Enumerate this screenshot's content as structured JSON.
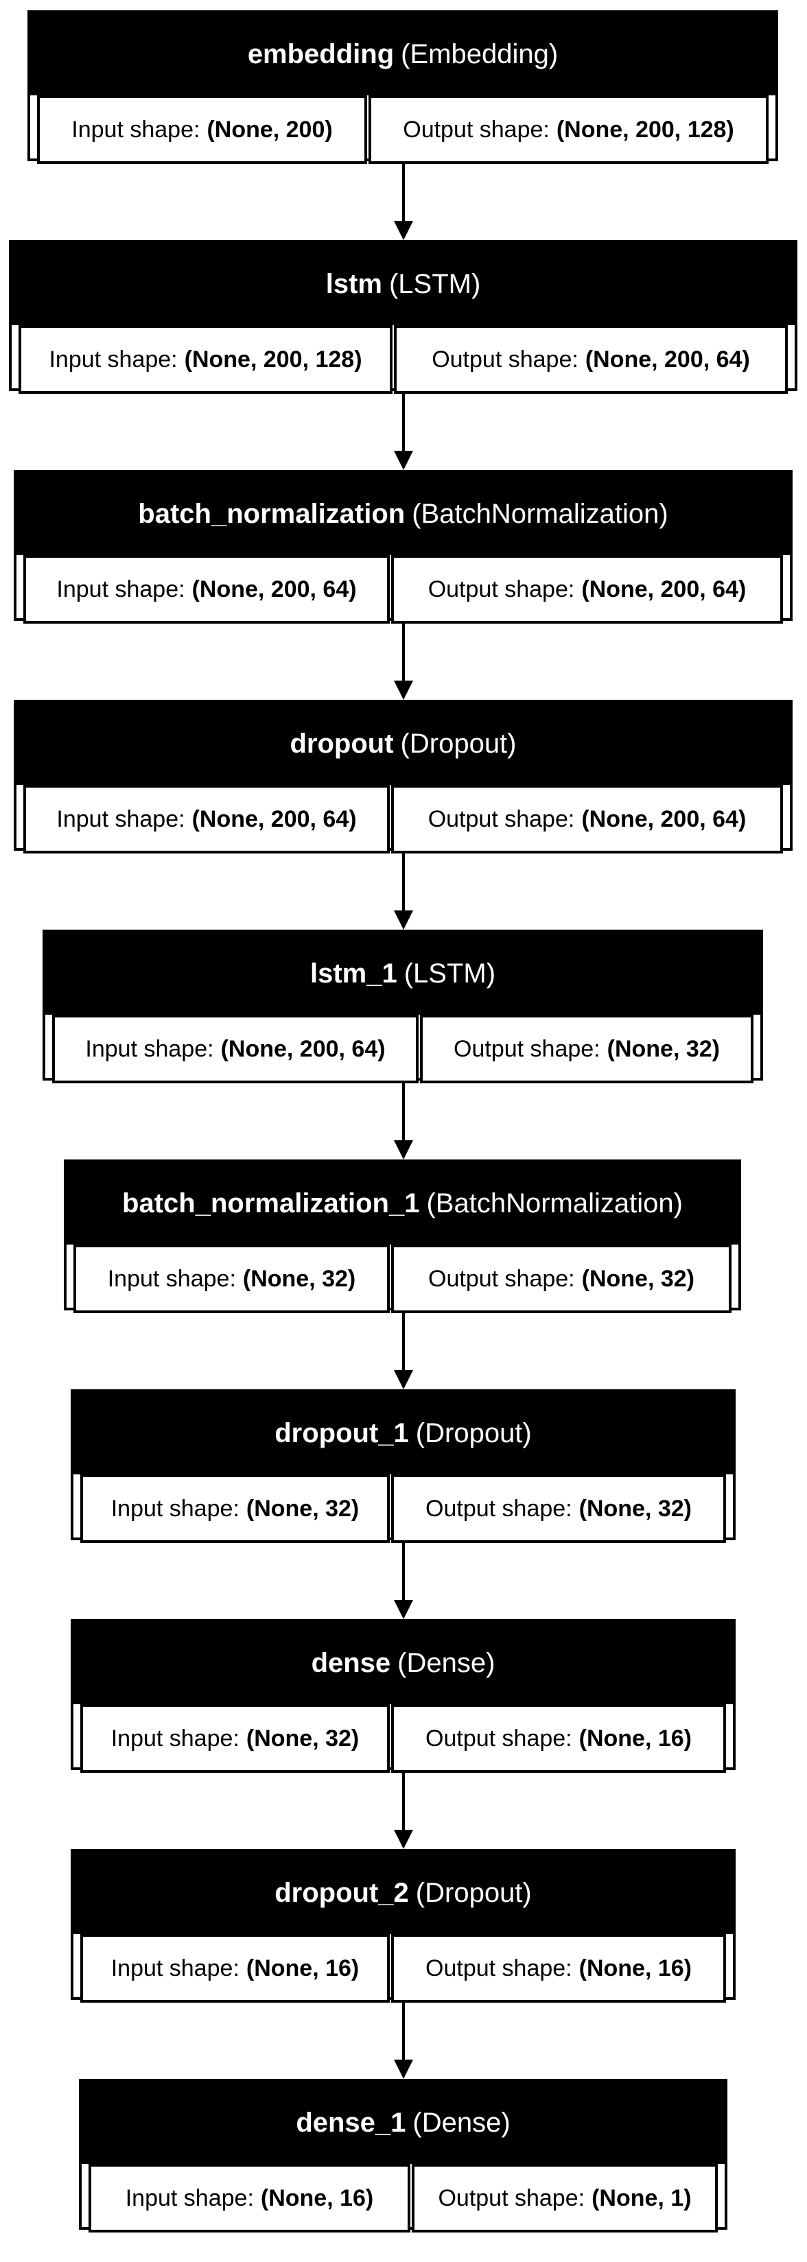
{
  "labels": {
    "input_shape": "Input shape:",
    "output_shape": "Output shape:"
  },
  "colors": {
    "header_bg": "#000000",
    "header_text": "#ffffff",
    "border": "#000000",
    "cell_bg": "#ffffff"
  },
  "layers": [
    {
      "name": "embedding",
      "type": "(Embedding)",
      "input_shape": "(None, 200)",
      "output_shape": "(None, 200, 128)"
    },
    {
      "name": "lstm",
      "type": "(LSTM)",
      "input_shape": "(None, 200, 128)",
      "output_shape": "(None, 200, 64)"
    },
    {
      "name": "batch_normalization",
      "type": "(BatchNormalization)",
      "input_shape": "(None, 200, 64)",
      "output_shape": "(None, 200, 64)"
    },
    {
      "name": "dropout",
      "type": "(Dropout)",
      "input_shape": "(None, 200, 64)",
      "output_shape": "(None, 200, 64)"
    },
    {
      "name": "lstm_1",
      "type": "(LSTM)",
      "input_shape": "(None, 200, 64)",
      "output_shape": "(None, 32)"
    },
    {
      "name": "batch_normalization_1",
      "type": "(BatchNormalization)",
      "input_shape": "(None, 32)",
      "output_shape": "(None, 32)"
    },
    {
      "name": "dropout_1",
      "type": "(Dropout)",
      "input_shape": "(None, 32)",
      "output_shape": "(None, 32)"
    },
    {
      "name": "dense",
      "type": "(Dense)",
      "input_shape": "(None, 32)",
      "output_shape": "(None, 16)"
    },
    {
      "name": "dropout_2",
      "type": "(Dropout)",
      "input_shape": "(None, 16)",
      "output_shape": "(None, 16)"
    },
    {
      "name": "dense_1",
      "type": "(Dense)",
      "input_shape": "(None, 16)",
      "output_shape": "(None, 1)"
    }
  ]
}
